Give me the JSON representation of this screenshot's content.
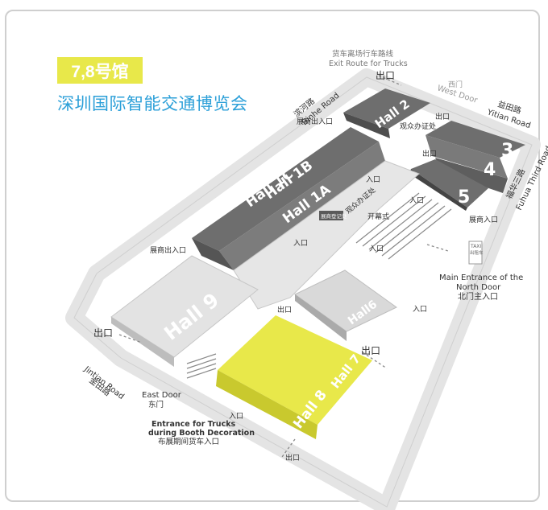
{
  "badge": "7,8号馆",
  "title": "深圳国际智能交通博览会",
  "roads": {
    "binhe": {
      "cn": "滨河路",
      "en": "Binhe Road"
    },
    "yitian": {
      "cn": "益田路",
      "en": "Yitian Road"
    },
    "fuhua": {
      "cn": "福华三路",
      "en": "Fuhua Third Road"
    },
    "jintian": {
      "cn": "金田路",
      "en": "Jintian Road"
    }
  },
  "exit_trucks": {
    "cn": "货车离场行车路线",
    "en": "Exit Route for Trucks"
  },
  "west_door": {
    "cn": "西门",
    "en": "West Door"
  },
  "east_door": {
    "cn": "东门",
    "en": "East Door"
  },
  "main_entrance": {
    "en1": "Main Entrance of the",
    "en2": "North Door",
    "cn": "北门主入口"
  },
  "truck_entrance": {
    "en1": "Entrance for Trucks",
    "en2": "during Booth Decoration",
    "cn": "布展期间货车入口"
  },
  "taxi": {
    "en": "TAXI",
    "cn": "出租车"
  },
  "halls": {
    "h1c": "Hall 1C",
    "h1b": "Hall 1B",
    "h1a": "Hall 1A",
    "h2": "Hall 2",
    "h3": "3",
    "h4": "4",
    "h5": "5",
    "h6": "Hall6",
    "h7": "Hall 7",
    "h8": "Hall 8",
    "h9": "Hall 9"
  },
  "labels": {
    "exit": "出口",
    "entrance": "入口",
    "exhibitor_door": "展商出入口",
    "exhibitor_entry": "展商入口",
    "visitor_office": "观众办证处",
    "opening": "开幕式",
    "registration": "展商登记处"
  },
  "colors": {
    "highlight": "#e8e84a",
    "title": "#2b9fd8",
    "hall_dark": "#6e6e6e",
    "hall_light": "#d9d9d9"
  }
}
